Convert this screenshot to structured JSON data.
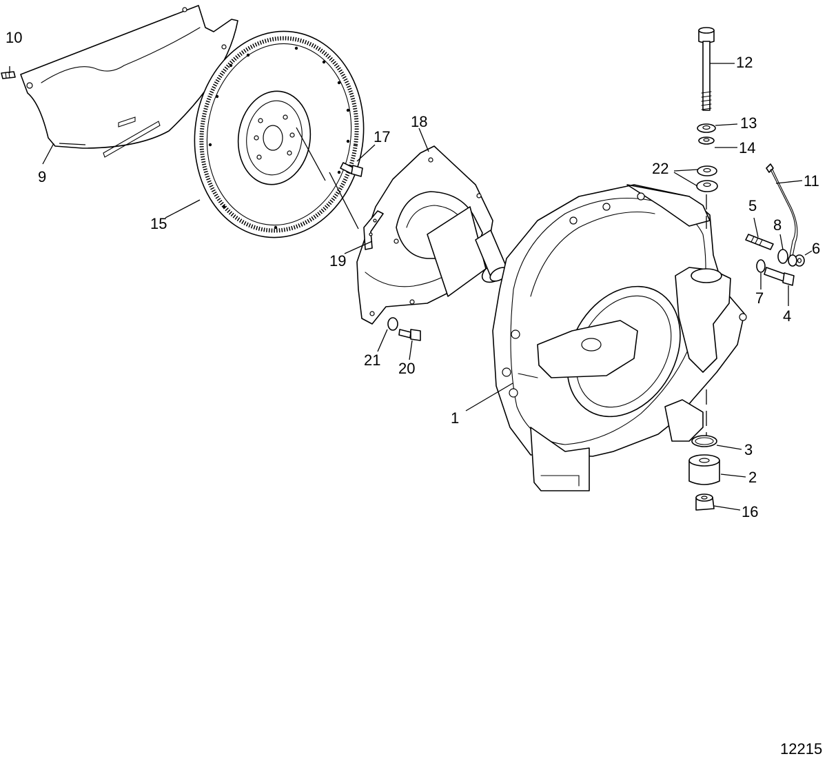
{
  "figure_number": "12215",
  "callouts": {
    "c1": "1",
    "c2": "2",
    "c3": "3",
    "c4": "4",
    "c5": "5",
    "c6": "6",
    "c7": "7",
    "c8": "8",
    "c9": "9",
    "c10": "10",
    "c11": "11",
    "c12": "12",
    "c13": "13",
    "c14": "14",
    "c15": "15",
    "c16": "16",
    "c17": "17",
    "c18": "18",
    "c19": "19",
    "c20": "20",
    "c21": "21",
    "c22": "22"
  }
}
